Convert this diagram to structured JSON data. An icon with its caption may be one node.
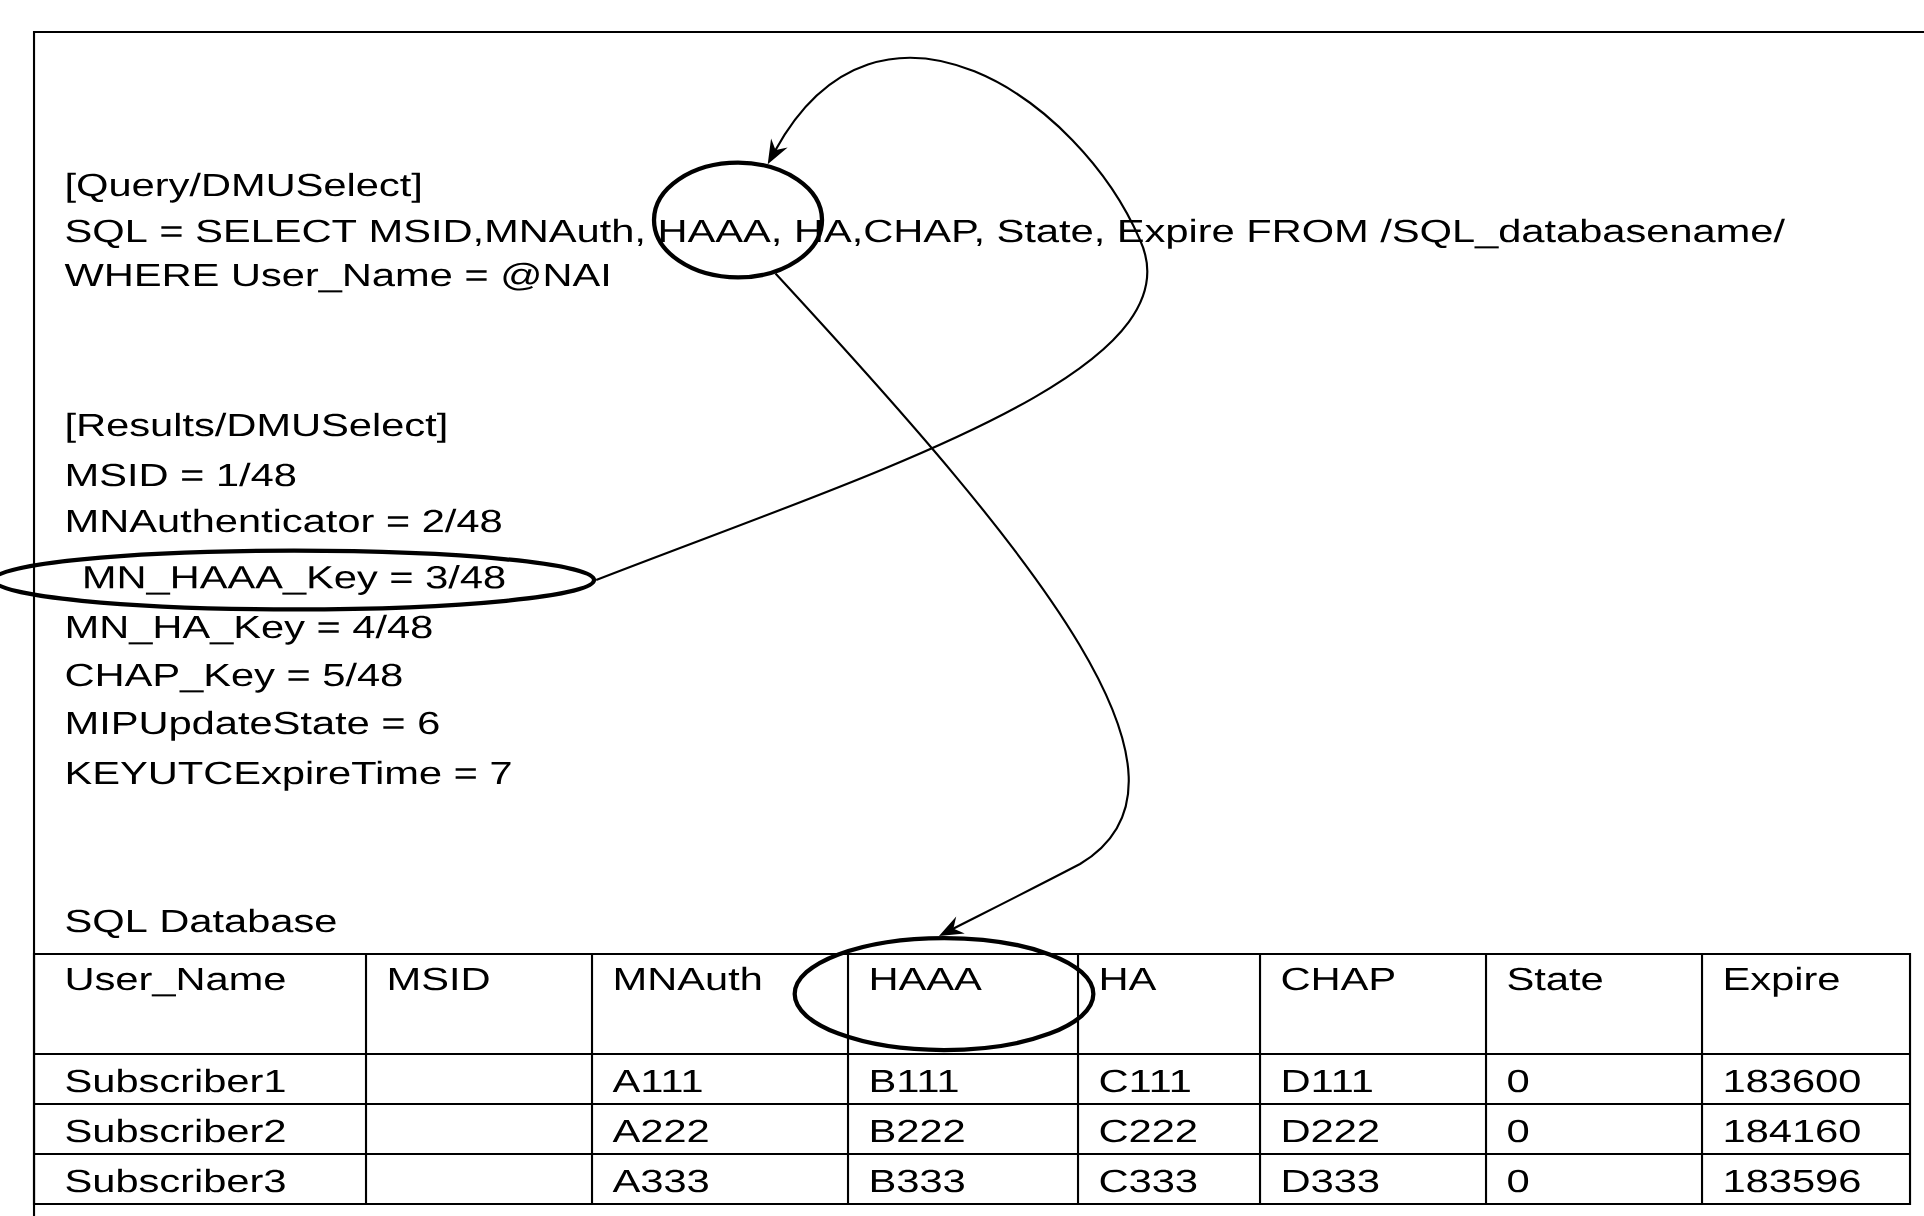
{
  "diagram": {
    "nodes": [
      {
        "text": [],
        "shape": "circle"
      },
      {
        "text": [
          "MN_HAAA_Key = 3/48"
        ]
      },
      {
        "text": [],
        "shape": "circle"
      }
    ],
    "edges": [
      {
        "from": 1,
        "to": 0,
        "arrow": "to"
      },
      {
        "from": 0,
        "to": 2,
        "arrow": "to"
      }
    ],
    "labels": [
      "[Query/DMUSelect]",
      "SQL = SELECT MSID,MNAuth, HAAA, HA,CHAP, State, Expire FROM /SQL_databasename/",
      "WHERE User_Name = @NAI",
      "[Results/DMUSelect]",
      "MSID = 1/48",
      "MNAuthenticator = 2/48",
      "MN_HA_Key = 4/48",
      "CHAP_Key = 5/48",
      "MIPUpdateState = 6",
      "KEYUTCExpireTime = 7",
      "SQL Database",
      "User_Name",
      "MSID",
      "MNAuth",
      "HAAA",
      "HA",
      "CHAP",
      "State",
      "Expire",
      "Subscriber1",
      "A111",
      "B111",
      "C111",
      "D111",
      "0",
      "183600",
      "Subscriber2",
      "A222",
      "B222",
      "C222",
      "D222",
      "0",
      "184160",
      "Subscriber3",
      "A333",
      "B333",
      "C333",
      "D333",
      "0",
      "183596"
    ]
  }
}
